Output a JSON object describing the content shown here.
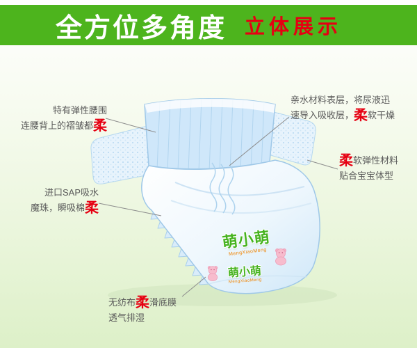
{
  "header": {
    "title": "全方位多角度",
    "accent": "立体展示",
    "bg_color": "#4db41d",
    "accent_color": "#e60012"
  },
  "callouts": {
    "waistband": {
      "line1": "特有弹性腰围",
      "line2_pre": "连腰背上的褶皱都",
      "highlight": "柔"
    },
    "surface": {
      "line1": "亲水材料表层，将尿液迅",
      "line2_pre": "速导入吸收层，",
      "highlight": "柔",
      "line2_post": "软干燥"
    },
    "elastic": {
      "highlight": "柔",
      "line1_post": "软弹性材料",
      "line2": "贴合宝宝体型"
    },
    "sap": {
      "line1": "进口SAP吸水",
      "line2_pre": "魔珠，瞬吸棉",
      "highlight": "柔"
    },
    "bottom_film": {
      "line1_pre": "无纺布",
      "highlight": "柔",
      "line1_post": "滑底膜",
      "line2": "透气排湿"
    }
  },
  "brand": {
    "logo_zh": "萌小萌",
    "logo_en": "MengXiaoMeng",
    "logo_color": "#46b31f",
    "bear_icon": "pink-bear"
  },
  "colors": {
    "text": "#595959",
    "soft_red": "#e60012",
    "diaper_fill": "#cfe7fa",
    "background_green": "#e9f6da"
  }
}
